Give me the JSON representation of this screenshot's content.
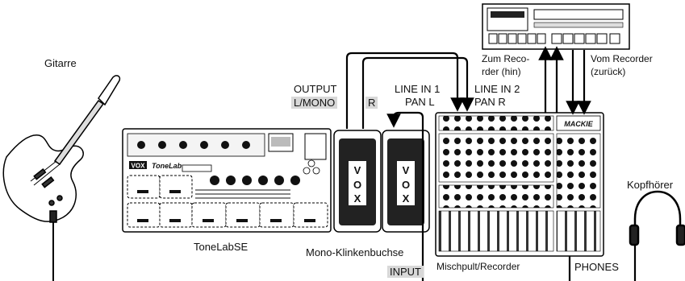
{
  "labels": {
    "guitar": "Gitarre",
    "output_line1": "OUTPUT",
    "output_line2": "L/MONO",
    "output_r": "R",
    "line_in_1": "LINE IN 1",
    "pan_l": "PAN L",
    "line_in_2": "LINE IN 2",
    "pan_r": "PAN R",
    "to_recorder_1": "Zum Reco-",
    "to_recorder_2": "rder (hin)",
    "from_recorder_1": "Vom Recorder",
    "from_recorder_2": "(zurück)",
    "headphones": "Kopfhörer",
    "tonelab": "ToneLabSE",
    "mono_jack": "Mono-Klinkenbuchse",
    "input": "INPUT",
    "mixer": "Mischpult/Recorder",
    "phones": "PHONES"
  },
  "devices": {
    "tonelab_brand": "VOX",
    "tonelab_model": "ToneLab",
    "mixer_brand": "MACKIE"
  }
}
